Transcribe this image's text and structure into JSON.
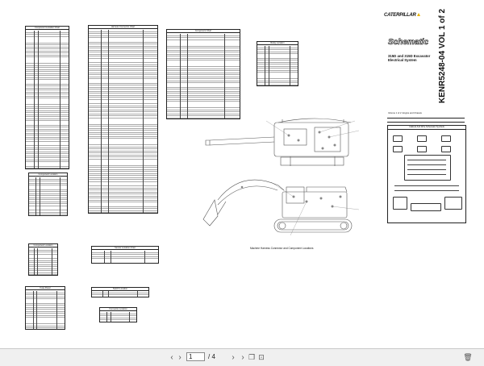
{
  "document": {
    "brand": "CATERPILLAR",
    "title_word": "Schematic",
    "subtitle_line1": "315D and 315D Excavator",
    "subtitle_line2": "Electrical System",
    "form_number": "KENR5248-04 VOL 1 of 2",
    "volume_note": "Volume 1 of 2: Engine and Chassis",
    "view_caption": "Machine Harness Connector and Component Locations"
  },
  "tables": {
    "component_list_1": {
      "header": "Component Location Chart"
    },
    "component_list_2": {
      "header": "Component Location"
    },
    "component_list_3": {
      "header": "Harness Connector Chart"
    },
    "component_list_4": {
      "header": "Component Chart"
    },
    "table_small_1": {
      "header": "Component Location"
    },
    "table_small_2": {
      "header": "Fuse Panel"
    },
    "table_small_3": {
      "header": "Relay Location"
    },
    "table_small_4": {
      "header": "Sensor Location Chart"
    },
    "table_small_5": {
      "header": "Switch Location"
    },
    "table_small_6": {
      "header": "Connector Location"
    },
    "legend": {
      "header": "Calloutt And Wire Schematic Symbols"
    }
  },
  "toolbar": {
    "current_page": "1",
    "total_pages": "/ 4",
    "accent": "#555555"
  },
  "icons": [
    "prev-page-icon",
    "next-page-icon",
    "first-page-icon",
    "last-page-icon",
    "rotate-icon",
    "print-icon",
    "copy-icon",
    "fit-page-icon",
    "delete-icon"
  ]
}
